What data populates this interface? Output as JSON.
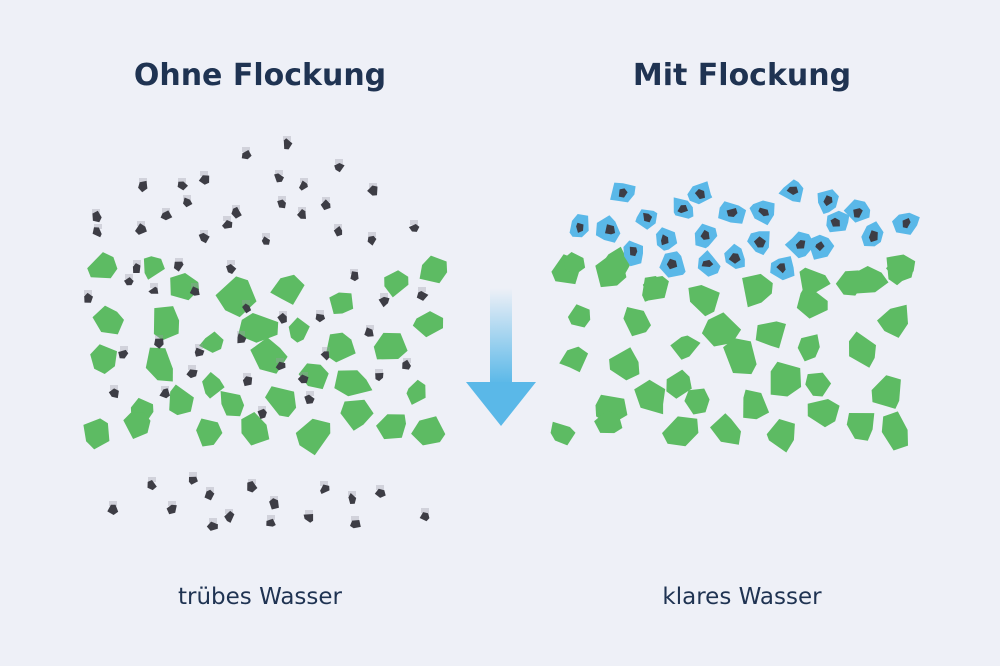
{
  "left_panel": {
    "title": "Ohne Flockung",
    "caption": "trübes Wasser"
  },
  "right_panel": {
    "title": "Mit Flockung",
    "caption": "klares Wasser"
  },
  "colors": {
    "background": "#eef0f7",
    "text": "#1f3352",
    "green_particle": "#5dbb63",
    "dirt_particle": "#3d3d45",
    "floc": "#5ab8e8",
    "arrow": "#5ab8e8"
  }
}
